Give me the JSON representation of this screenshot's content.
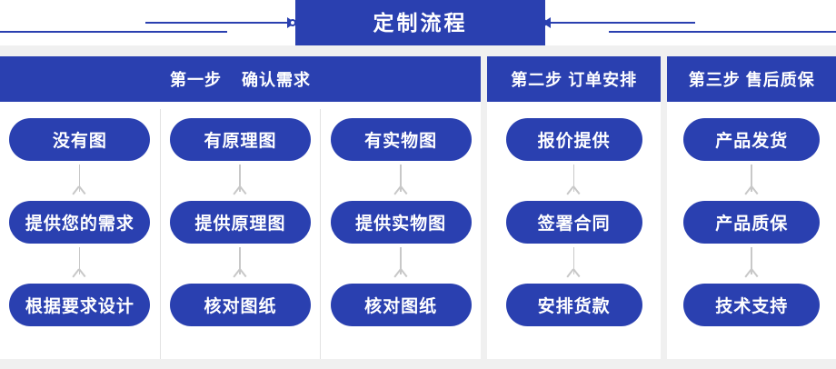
{
  "banner": {
    "title": "定制流程",
    "accent_color": "#2a40b0",
    "strip_color": "#f0f0f0"
  },
  "columns": [
    {
      "header_step": "第一步",
      "header_label": "确认需求",
      "tracks": [
        {
          "steps": [
            "没有图",
            "提供您的需求",
            "根据要求设计"
          ]
        },
        {
          "steps": [
            "有原理图",
            "提供原理图",
            "核对图纸"
          ]
        },
        {
          "steps": [
            "有实物图",
            "提供实物图",
            "核对图纸"
          ]
        }
      ]
    },
    {
      "header_step": "第二步",
      "header_label": "订单安排",
      "tracks": [
        {
          "steps": [
            "报价提供",
            "签署合同",
            "安排货款"
          ]
        }
      ]
    },
    {
      "header_step": "第三步",
      "header_label": "售后质保",
      "tracks": [
        {
          "steps": [
            "产品发货",
            "产品质保",
            "技术支持"
          ]
        }
      ]
    }
  ]
}
